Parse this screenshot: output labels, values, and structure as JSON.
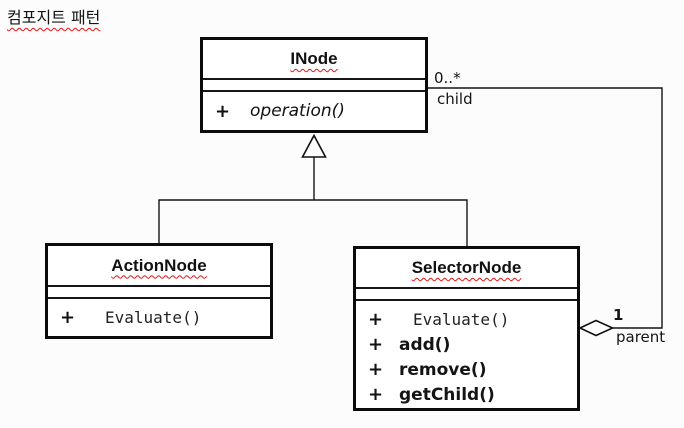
{
  "page": {
    "title": "컴포지트 패턴"
  },
  "colors": {
    "background": "#fcfcfc",
    "line": "#151515",
    "box_fill": "#ffffff",
    "text": "#111111",
    "spellcheck_underline": "#ee1111"
  },
  "classes": {
    "inode": {
      "name": "INode",
      "methods": [
        {
          "visibility": "+",
          "signature": "operation()"
        }
      ]
    },
    "actionnode": {
      "name": "ActionNode",
      "methods": [
        {
          "visibility": "+",
          "signature": "Evaluate()"
        }
      ]
    },
    "selectornode": {
      "name": "SelectorNode",
      "methods": [
        {
          "visibility": "+",
          "signature": "Evaluate()"
        },
        {
          "visibility": "+",
          "signature": "add()"
        },
        {
          "visibility": "+",
          "signature": "remove()"
        },
        {
          "visibility": "+",
          "signature": "getChild()"
        }
      ]
    }
  },
  "relations": {
    "generalization_action": {
      "type": "generalization",
      "from": "ActionNode",
      "to": "INode"
    },
    "generalization_selector": {
      "type": "generalization",
      "from": "SelectorNode",
      "to": "INode"
    },
    "aggregation": {
      "type": "aggregation",
      "from": "SelectorNode",
      "to": "INode",
      "child_multiplicity": "0..*",
      "child_role": "child",
      "parent_multiplicity": "1",
      "parent_role": "parent"
    }
  }
}
